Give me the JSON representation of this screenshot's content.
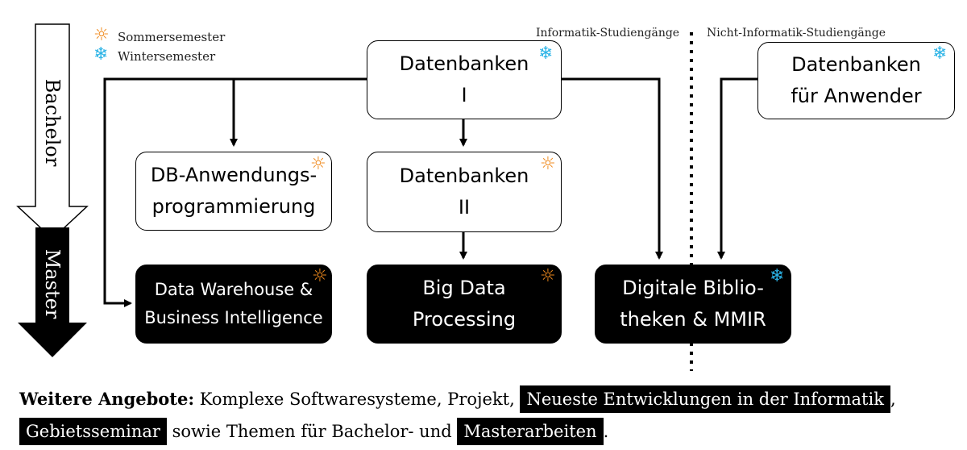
{
  "legend": {
    "summer": "Sommersemester",
    "winter": "Wintersemester"
  },
  "headers": {
    "informatik": "Informatik-Studiengänge",
    "nicht_informatik": "Nicht-Informatik-Studiengänge"
  },
  "levels": {
    "bachelor": "Bachelor",
    "master": "Master"
  },
  "courses": {
    "db1": "Datenbanken\nI",
    "db_anwender": "Datenbanken\nfür Anwender",
    "db_anwendungsprog": "DB-Anwendungs-\nprogrammierung",
    "db2": "Datenbanken\nII",
    "dwh": "Data Warehouse &\nBusiness Intelligence",
    "bigdata": "Big Data\nProcessing",
    "digilib": "Digitale Biblio-\ntheken & MMIR"
  },
  "icons": {
    "summer": "sun-icon",
    "winter": "snowflake-icon",
    "summer_glyph": "☼",
    "winter_glyph": "❄",
    "summer_color": "#f08a1d",
    "winter_color": "#2bb3e6"
  },
  "footer": {
    "lead": "Weitere Angebote:",
    "text1": " Komplexe Softwaresysteme, Projekt, ",
    "hl1": "Neueste Entwicklungen in der Informatik",
    "text2": ",",
    "hl2": "Gebietsseminar",
    "text3": " sowie Themen für Bachelor- und ",
    "hl3": "Masterarbeiten",
    "text4": "."
  }
}
